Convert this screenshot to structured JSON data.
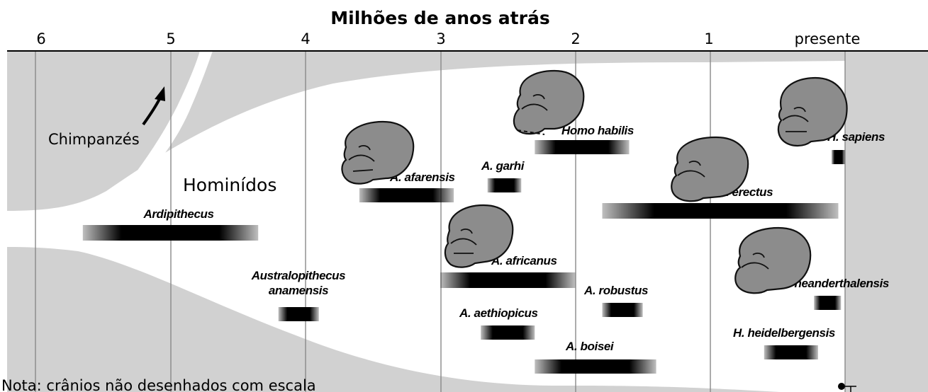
{
  "title": "Milhões de anos atrás",
  "axis_ticks": [
    "6",
    "5",
    "4",
    "3",
    "2",
    "1",
    "presente"
  ],
  "labels": {
    "chimps": "Chimpanzés",
    "hominids": "Hominídos",
    "note": "Nota: crânios não desenhados com escala"
  },
  "species": [
    {
      "name": "Ardipithecus",
      "start": 5.65,
      "end": 4.35
    },
    {
      "name": "Australopithecus",
      "name2": "anamensis",
      "start": 4.2,
      "end": 3.9
    },
    {
      "name": "A. afarensis",
      "start": 3.6,
      "end": 2.9
    },
    {
      "name": "A. garhi",
      "start": 2.65,
      "end": 2.4
    },
    {
      "name": "Homo habilis",
      "start": 2.3,
      "end": 1.6
    },
    {
      "name": "A. africanus",
      "start": 3.0,
      "end": 2.0
    },
    {
      "name": "A. aethiopicus",
      "start": 2.7,
      "end": 2.3
    },
    {
      "name": "A. robustus",
      "start": 1.8,
      "end": 1.5
    },
    {
      "name": "A. boisei",
      "start": 2.3,
      "end": 1.4
    },
    {
      "name": "H. erectus",
      "start": 1.8,
      "end": 0.05
    },
    {
      "name": "H. heidelbergensis",
      "start": 0.6,
      "end": 0.2
    },
    {
      "name": "H. neanderthalensis",
      "start": 0.23,
      "end": 0.03
    },
    {
      "name": "H. sapiens",
      "start": 0.1,
      "end": 0.0
    }
  ],
  "colors": {
    "background": "#d1d1d1",
    "lineage": "#ffffff",
    "bar": "#000000",
    "skull": "#8c8c8c"
  }
}
